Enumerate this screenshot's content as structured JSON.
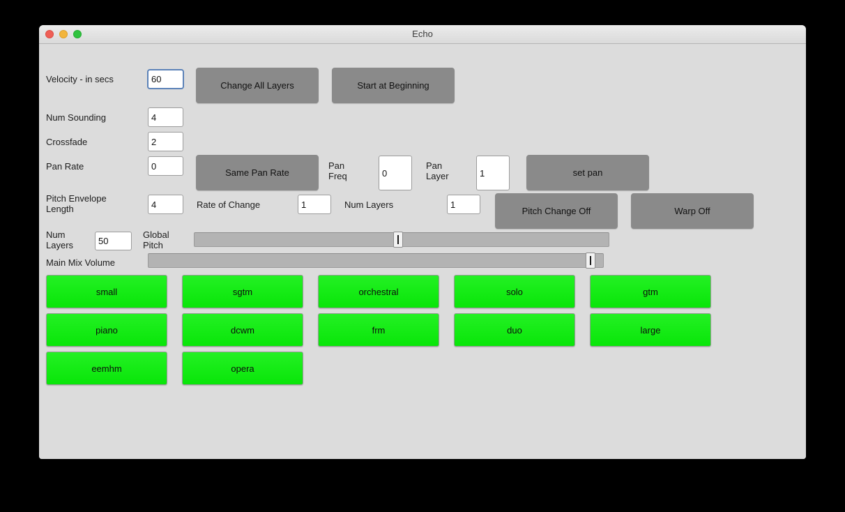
{
  "window": {
    "title": "Echo",
    "traffic_lights": [
      "close-button",
      "minimize-button",
      "zoom-button"
    ]
  },
  "fields": {
    "velocity": {
      "label": "Velocity - in secs",
      "value": "60"
    },
    "num_sounding": {
      "label": "Num Sounding",
      "value": "4"
    },
    "crossfade": {
      "label": "Crossfade",
      "value": "2"
    },
    "pan_rate": {
      "label": "Pan Rate",
      "value": "0"
    },
    "pan_freq": {
      "label": "Pan\nFreq",
      "value": "0"
    },
    "pan_layer": {
      "label": "Pan\nLayer",
      "value": "1"
    },
    "pitch_envelope_length": {
      "label": "Pitch Envelope\nLength",
      "value": "4"
    },
    "rate_of_change": {
      "label": "Rate of Change",
      "value": "1"
    },
    "num_layers_top": {
      "label": "Num Layers",
      "value": "1"
    },
    "num_layers_bottom": {
      "label": "Num\nLayers",
      "value": "50"
    }
  },
  "buttons": {
    "change_all_layers": "Change All Layers",
    "start_at_beginning": "Start at Beginning",
    "same_pan_rate": "Same Pan Rate",
    "set_pan": "set pan",
    "pitch_change_off": "Pitch Change Off",
    "warp_off": "Warp Off"
  },
  "sliders": {
    "global_pitch": {
      "label": "Global\nPitch",
      "value_percent": 49
    },
    "main_mix_volume": {
      "label": "Main Mix Volume",
      "value_percent": 98
    }
  },
  "presets": [
    "small",
    "sgtm",
    "orchestral",
    "solo",
    "gtm",
    "piano",
    "dcwm",
    "frm",
    "duo",
    "large",
    "eemhm",
    "opera"
  ],
  "colors": {
    "window_bg": "#dcdcdc",
    "gray_button": "#8a8a8a",
    "green_button": "#17ec17",
    "focus_border": "#5b82b8",
    "slider_track": "#b3b3b3"
  }
}
